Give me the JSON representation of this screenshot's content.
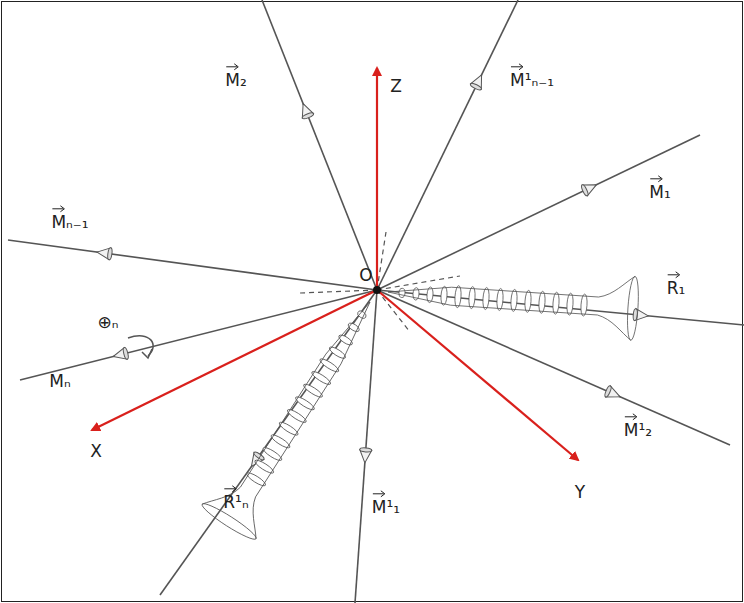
{
  "diagram": {
    "labels": [
      "M₂",
      "Z",
      "M¹ₙ₋₁",
      "M₁",
      "O",
      "Mₙ₋₁",
      "R₁",
      "⊕ₙ",
      "Mₙ",
      "M¹₂",
      "X",
      "R¹ₙ",
      "M¹₁",
      "Y"
    ]
  }
}
